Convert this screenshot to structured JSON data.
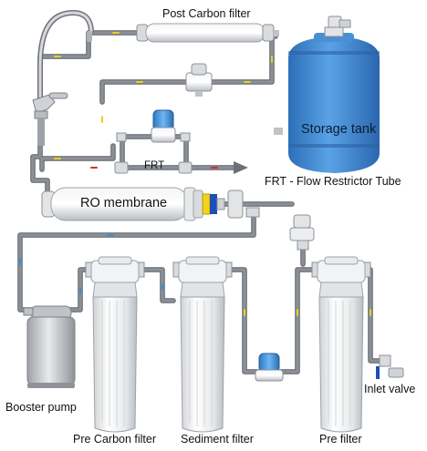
{
  "labels": {
    "post_carbon_filter": "Post Carbon filter",
    "storage_tank": "Storage tank",
    "frt": "FRT",
    "frt_legend": "FRT - Flow  Restrictor Tube",
    "ro_membrane": "RO membrane",
    "booster_pump": "Booster pump",
    "pre_carbon_filter": "Pre Carbon filter",
    "sediment_filter": "Sediment filter",
    "pre_filter": "Pre filter",
    "inlet_valve": "Inlet valve"
  },
  "colors": {
    "tube": "#8c9096",
    "tube_shadow": "#5f6469",
    "tank_blue": "#3f86cf",
    "flow_yellow": "#e8d21a",
    "flow_blue": "#3a8fd8",
    "flow_red": "#c0392b",
    "cap_blue": "#1d4fb8",
    "cap_yellow": "#f0d31a"
  }
}
